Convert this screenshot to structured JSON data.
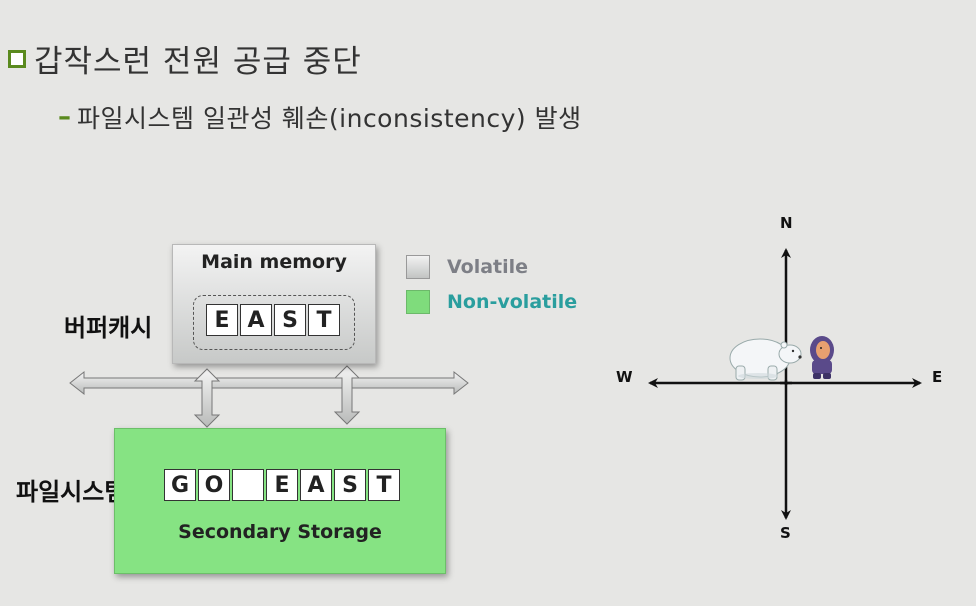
{
  "title": "갑작스런 전원 공급 중단",
  "subtitle": {
    "dash": "–",
    "text": "파일시스템 일관성 훼손(inconsistency) 발생"
  },
  "diagram": {
    "main_memory": {
      "label": "Main memory",
      "cells": [
        "E",
        "A",
        "S",
        "T"
      ]
    },
    "buffer_cache_label": "버퍼캐시",
    "filesystem_label": "파일시스템",
    "secondary_storage": {
      "label": "Secondary Storage",
      "cells": [
        "G",
        "O",
        "",
        "E",
        "A",
        "S",
        "T"
      ]
    },
    "legend": {
      "volatile": "Volatile",
      "non_volatile": "Non-volatile"
    }
  },
  "compass": {
    "north": "N",
    "south": "S",
    "east": "E",
    "west": "W"
  },
  "colors": {
    "accent_green": "#5a8a1e",
    "storage_green": "#86e383",
    "non_volatile_text": "#2a9e9e",
    "volatile_text": "#7d7f86"
  }
}
